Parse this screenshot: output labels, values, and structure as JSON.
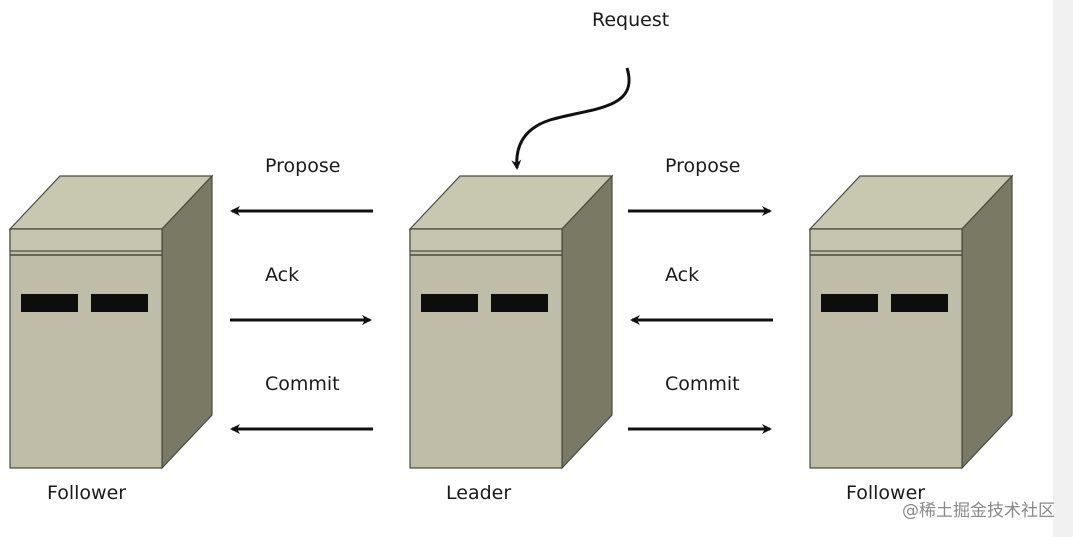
{
  "diagram": {
    "request_label": "Request",
    "nodes": [
      {
        "id": "follower-left",
        "label": "Follower"
      },
      {
        "id": "leader",
        "label": "Leader"
      },
      {
        "id": "follower-right",
        "label": "Follower"
      }
    ],
    "left_messages": [
      {
        "label": "Propose",
        "direction": "to-follower"
      },
      {
        "label": "Ack",
        "direction": "to-leader"
      },
      {
        "label": "Commit",
        "direction": "to-follower"
      }
    ],
    "right_messages": [
      {
        "label": "Propose",
        "direction": "to-follower"
      },
      {
        "label": "Ack",
        "direction": "to-leader"
      },
      {
        "label": "Commit",
        "direction": "to-follower"
      }
    ],
    "colors": {
      "server_front": "#bfbca8",
      "server_top": "#c8c8b0",
      "server_side": "#7a7a64",
      "server_band": "#c6c6ae",
      "drive_slot": "#0d0d0d",
      "outline": "#4a4a3c",
      "arrow": "#111111"
    }
  },
  "watermark": "@稀土掘金技术社区"
}
